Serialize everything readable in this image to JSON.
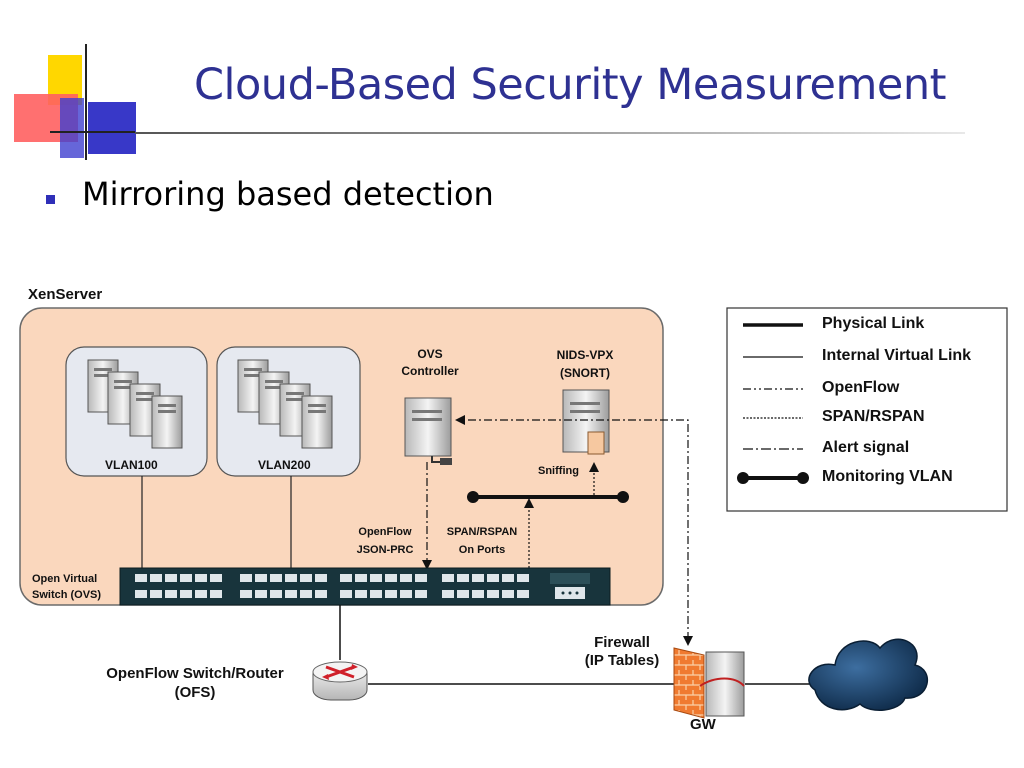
{
  "title": "Cloud-Based Security Measurement",
  "bullet": "Mirroring based detection",
  "diagram": {
    "xenserver_label": "XenServer",
    "vlan1_label": "VLAN100",
    "vlan2_label": "VLAN200",
    "ovs_controller_label": [
      "OVS",
      "Controller"
    ],
    "nids_label": [
      "NIDS-VPX",
      "(SNORT)"
    ],
    "sniffing_label": "Sniffing",
    "openflow_json_label": [
      "OpenFlow",
      "JSON-PRC"
    ],
    "span_ports_label": [
      "SPAN/RSPAN",
      "On Ports"
    ],
    "ovs_switch_label": [
      "Open Virtual",
      "Switch (OVS)"
    ],
    "ofs_label": [
      "OpenFlow Switch/Router",
      "(OFS)"
    ],
    "firewall_label": [
      "Firewall",
      "(IP Tables)"
    ],
    "gw_label": "GW"
  },
  "legend": {
    "items": [
      {
        "label": "Physical Link",
        "style": "thick"
      },
      {
        "label": "Internal Virtual Link",
        "style": "thin"
      },
      {
        "label": "OpenFlow",
        "style": "dash-dot-dot"
      },
      {
        "label": "SPAN/RSPAN",
        "style": "dotted"
      },
      {
        "label": "Alert signal",
        "style": "dash-dot"
      },
      {
        "label": "Monitoring VLAN",
        "style": "monitoring"
      }
    ]
  },
  "colors": {
    "title": "#2e3192",
    "xenserver_fill": "#fad7bd",
    "vlan_fill": "#e6e9f0",
    "switch_fill": "#18343c",
    "cloud": "#163a5e"
  }
}
